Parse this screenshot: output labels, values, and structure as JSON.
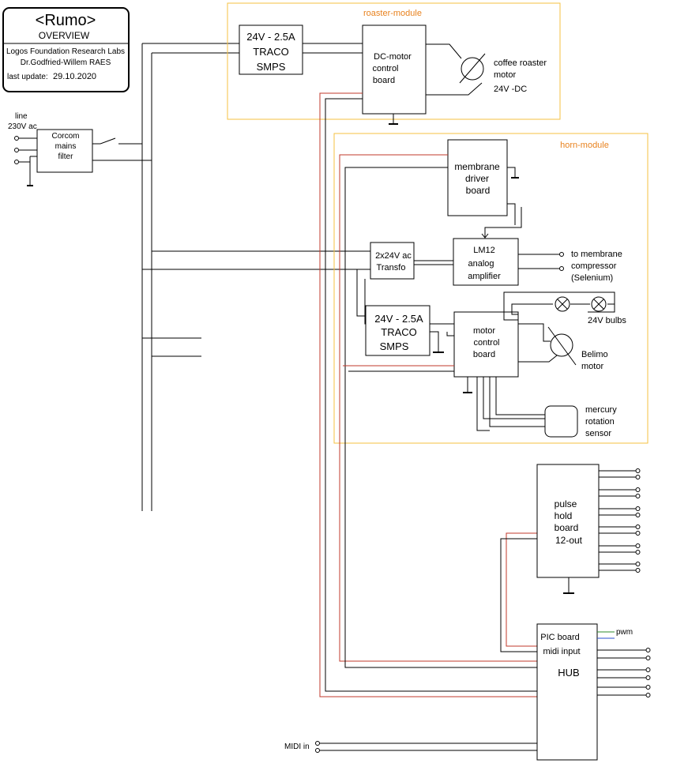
{
  "title_block": {
    "title": "<Rumo>",
    "subtitle": "OVERVIEW",
    "org": "Logos Foundation Research Labs",
    "author": "Dr.Godfried-Willem RAES",
    "update_label": "last update:",
    "update_date": "29.10.2020"
  },
  "mains": {
    "line_label": "line",
    "voltage_label": "230V ac",
    "filter_label": [
      "Corcom",
      "mains",
      "filter"
    ]
  },
  "roaster_module": {
    "label": "roaster-module",
    "psu_label": [
      "24V - 2.5A",
      "TRACO",
      "SMPS"
    ],
    "controller_label": [
      "DC-motor",
      "control",
      "board"
    ],
    "motor_label": [
      "coffee roaster",
      "motor",
      "24V -DC"
    ]
  },
  "horn_module": {
    "label": "horn-module",
    "membrane_driver_label": [
      "membrane",
      "driver",
      "board"
    ],
    "transfo_label": [
      "2x24V ac",
      "Transfo"
    ],
    "amplifier_label": [
      "LM12",
      "analog",
      "amplifier"
    ],
    "compressor_label": [
      "to membrane",
      "compressor",
      "(Selenium)"
    ],
    "psu_label": [
      "24V - 2.5A",
      "TRACO",
      "SMPS"
    ],
    "motor_board_label": [
      "motor",
      "control",
      "board"
    ],
    "bulbs_label": "24V bulbs",
    "belimo_label": [
      "Belimo",
      "motor"
    ],
    "sensor_label": [
      "mercury",
      "rotation",
      "sensor"
    ]
  },
  "pulse_board": {
    "label": [
      "pulse",
      "hold",
      "board",
      "12-out"
    ]
  },
  "hub": {
    "label": [
      "PIC board",
      "midi input"
    ],
    "hub_label": "HUB",
    "pwm_label": "pwm"
  },
  "midi": {
    "label": "MIDI in"
  },
  "colors": {
    "module_border": "#f5c242",
    "module_label": "#e8821e",
    "power_line": "#c0392b",
    "pwm_green": "#2e8b2e",
    "pwm_blue": "#2a4fd0",
    "line": "#000000"
  }
}
